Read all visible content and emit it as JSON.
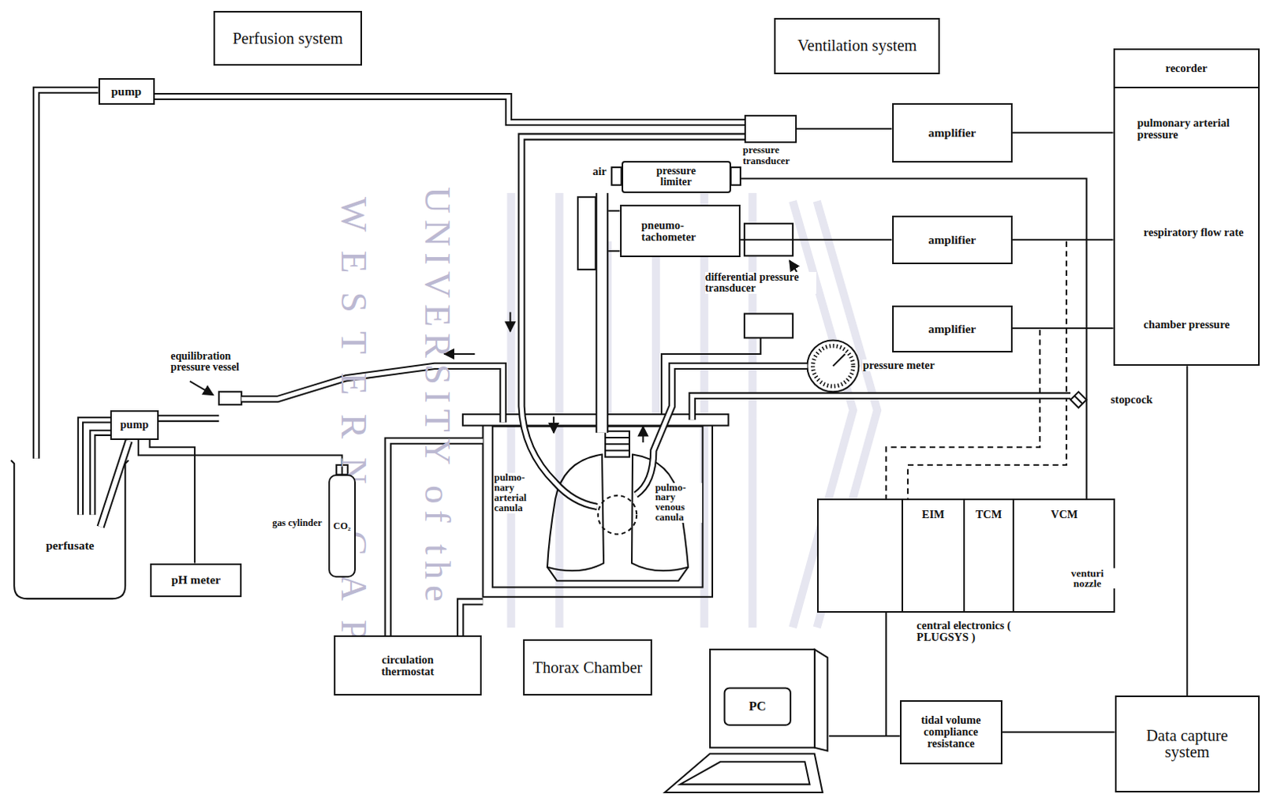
{
  "diagram": {
    "nodes": [
      {
        "text": [
          "Perfusion system"
        ]
      },
      {
        "text": [
          "pump"
        ]
      },
      {
        "text": [
          "Ventilation system"
        ]
      },
      {
        "text": [
          "recorder",
          "pulmonary arterial pressure",
          "respiratory flow rate",
          "chamber pressure"
        ]
      },
      {
        "text": [
          "pressure transducer"
        ]
      },
      {
        "text": [
          "amplifier"
        ]
      },
      {
        "text": [
          "pressure limiter"
        ]
      },
      {
        "text": [
          "pneumo- tachometer"
        ]
      },
      {
        "text": [
          "amplifier"
        ]
      },
      {
        "text": [
          "amplifier"
        ]
      },
      {
        "text": [
          "pump"
        ]
      },
      {
        "text": [
          "perfusate"
        ]
      },
      {
        "text": [
          "pH meter"
        ]
      },
      {
        "text": [
          "gas cylinder",
          "CO₂"
        ]
      },
      {
        "text": [
          "central electronics ( PLUGSYS )"
        ]
      },
      {
        "text": [
          "EIM"
        ],
        "in": 14
      },
      {
        "text": [
          "TCM"
        ],
        "in": 14
      },
      {
        "text": [
          "VCM"
        ],
        "in": 14
      },
      {
        "text": [
          "circulation thermostat"
        ]
      },
      {
        "text": [
          "Thorax Chamber"
        ]
      },
      {
        "text": [
          "PC"
        ]
      },
      {
        "text": [
          "tidal volume compliance resistance"
        ]
      },
      {
        "text": [
          "Data capture system"
        ]
      }
    ],
    "edges": [
      {
        "from": 11,
        "to": 1,
        "arrow": "none"
      },
      {
        "from": 1,
        "to": 4,
        "arrow": "none"
      },
      {
        "from": 4,
        "to": 5,
        "arrow": "none"
      },
      {
        "from": 5,
        "to": 3,
        "arrow": "none"
      },
      {
        "from": 7,
        "to": 8,
        "arrow": "none"
      },
      {
        "from": 8,
        "to": 3,
        "arrow": "none"
      },
      {
        "from": 9,
        "to": 3,
        "arrow": "none"
      },
      {
        "from": 3,
        "to": 22,
        "arrow": "none"
      },
      {
        "from": 20,
        "to": 21,
        "arrow": "none"
      },
      {
        "from": 21,
        "to": 22,
        "arrow": "none"
      },
      {
        "from": 13,
        "to": 10,
        "arrow": "none"
      },
      {
        "from": 12,
        "to": 10,
        "arrow": "none"
      }
    ],
    "labels": [
      "air",
      "differential pressure transducer",
      "equilibration pressure vessel",
      "pressure meter",
      "stopcock",
      "pulmo- nary arterial canula",
      "pulmo- nary venous canula",
      "venturi nozzle",
      "UNIVERSITY of the",
      "WESTERN CAPE"
    ]
  }
}
